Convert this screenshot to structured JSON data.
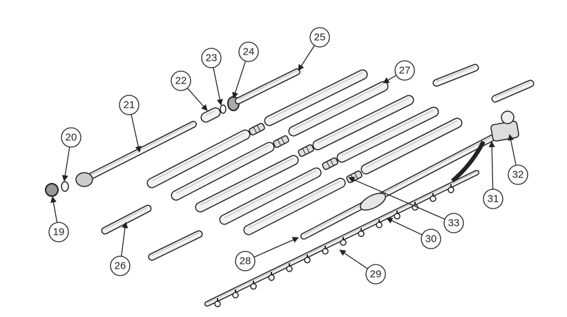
{
  "diagram": {
    "callouts": [
      "19",
      "20",
      "21",
      "22",
      "23",
      "24",
      "25",
      "26",
      "27",
      "28",
      "29",
      "30",
      "31",
      "32",
      "33"
    ]
  }
}
